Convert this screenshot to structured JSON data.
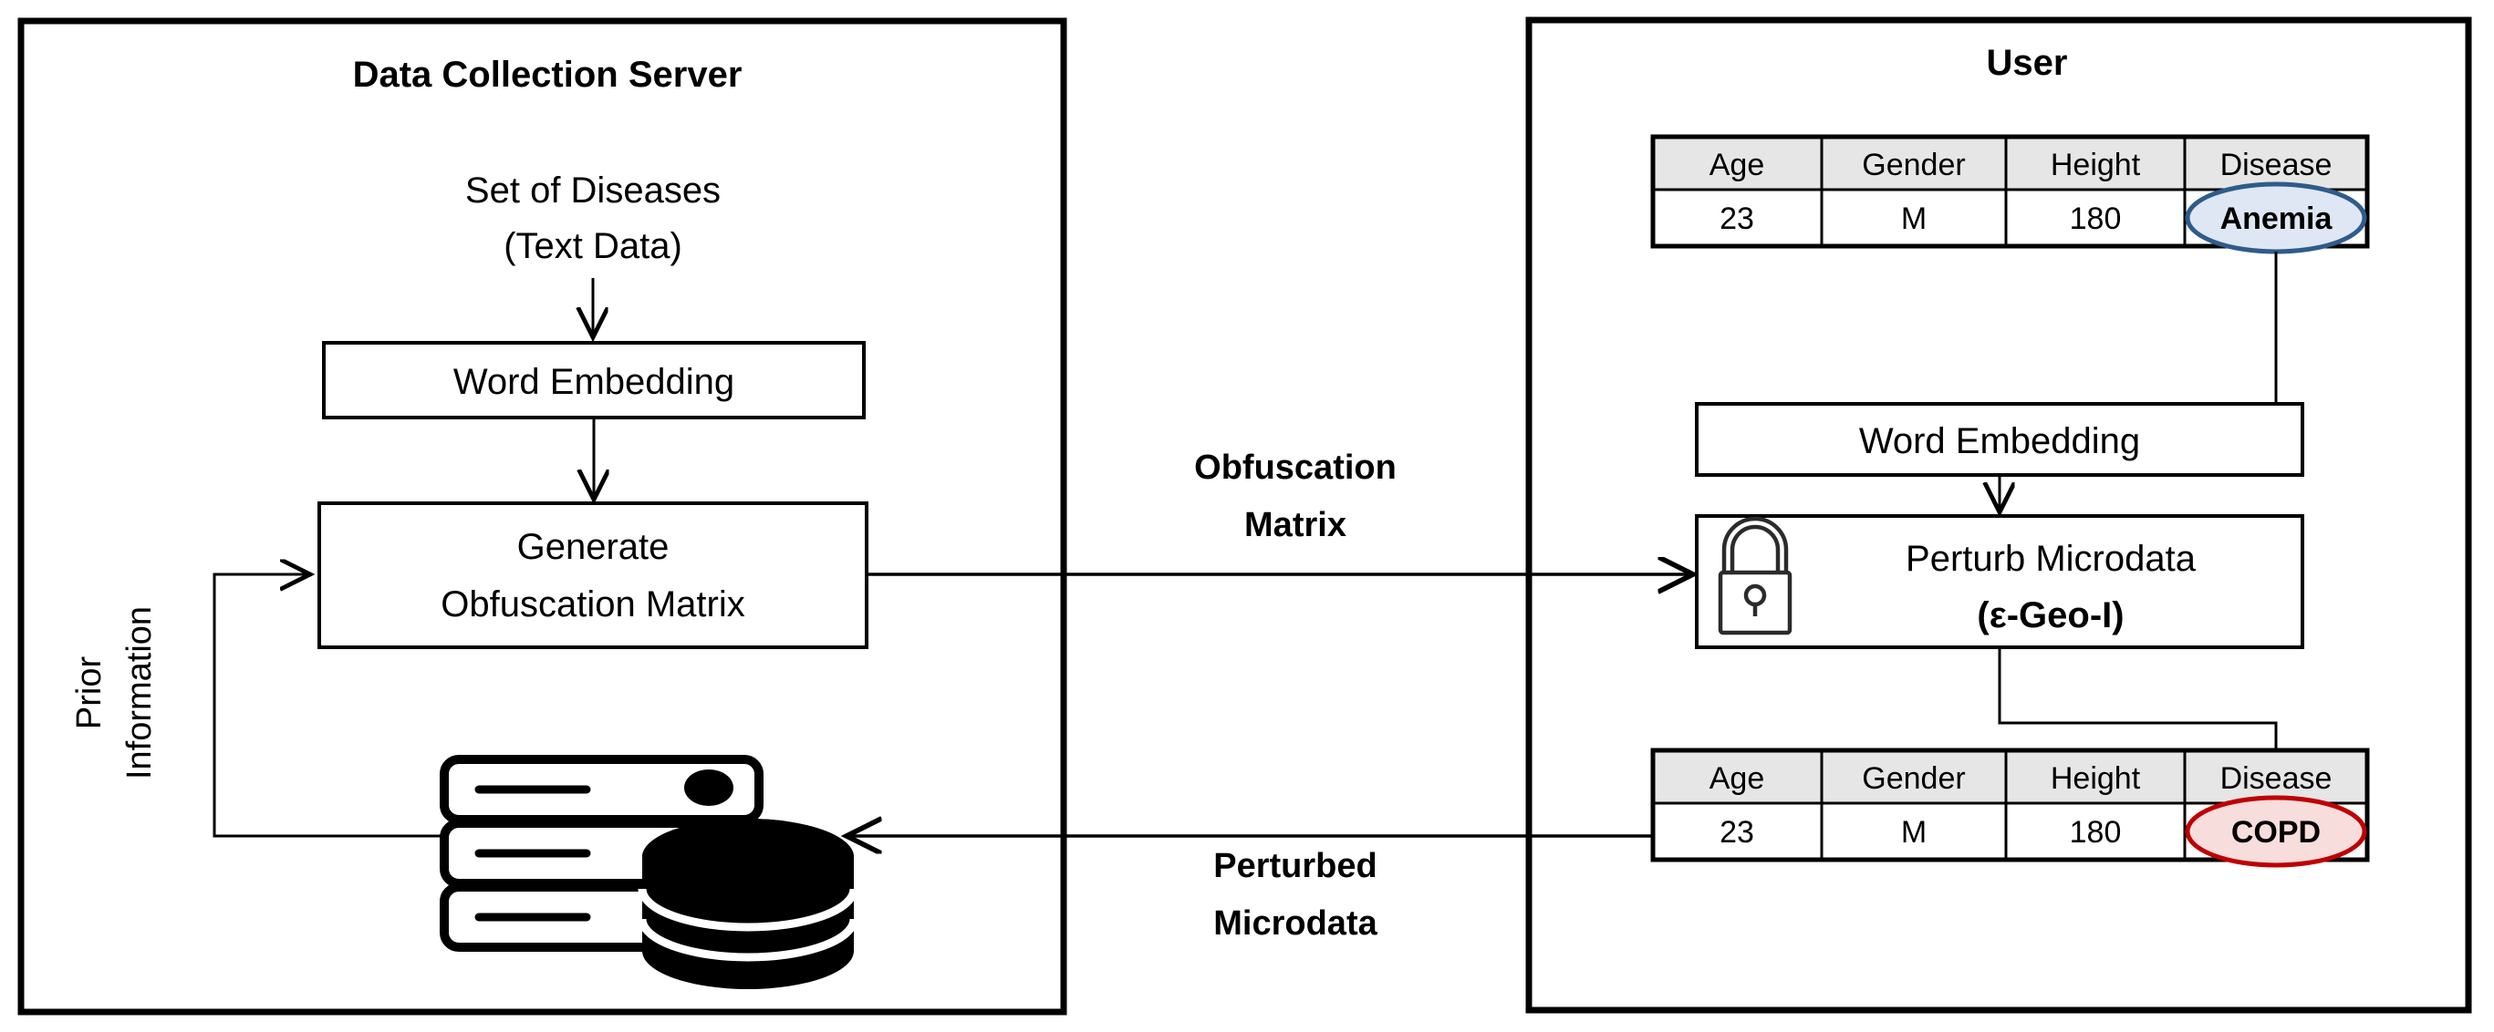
{
  "panels": {
    "left": {
      "title": "Data Collection Server"
    },
    "right": {
      "title": "User"
    }
  },
  "left_panel": {
    "source_label_line1": "Set of Diseases",
    "source_label_line2": "(Text Data)",
    "word_embedding_box": "Word Embedding",
    "generate_box_line1": "Generate",
    "generate_box_line2": "Obfuscation Matrix",
    "feedback_label_line1": "Prior",
    "feedback_label_line2": "Information",
    "storage_icon": "server-database-icon"
  },
  "right_panel": {
    "word_embedding_box": "Word Embedding",
    "perturb_box_line1": "Perturb Microdata",
    "perturb_box_line2": "(ε-Geo-I)",
    "lock_icon": "padlock-icon"
  },
  "connectors": {
    "obfuscation_matrix_line1": "Obfuscation",
    "obfuscation_matrix_line2": "Matrix",
    "perturbed_microdata_line1": "Perturbed",
    "perturbed_microdata_line2": "Microdata"
  },
  "tables": {
    "original": {
      "headers": [
        "Age",
        "Gender",
        "Height",
        "Disease"
      ],
      "row": [
        "23",
        "M",
        "180",
        "Anemia"
      ],
      "highlight_color": "#2e5c8a",
      "highlight_fill": "#dee7f3"
    },
    "perturbed": {
      "headers": [
        "Age",
        "Gender",
        "Height",
        "Disease"
      ],
      "row": [
        "23",
        "M",
        "180",
        "COPD"
      ],
      "highlight_color": "#c00000",
      "highlight_fill": "#f8dddd"
    }
  }
}
